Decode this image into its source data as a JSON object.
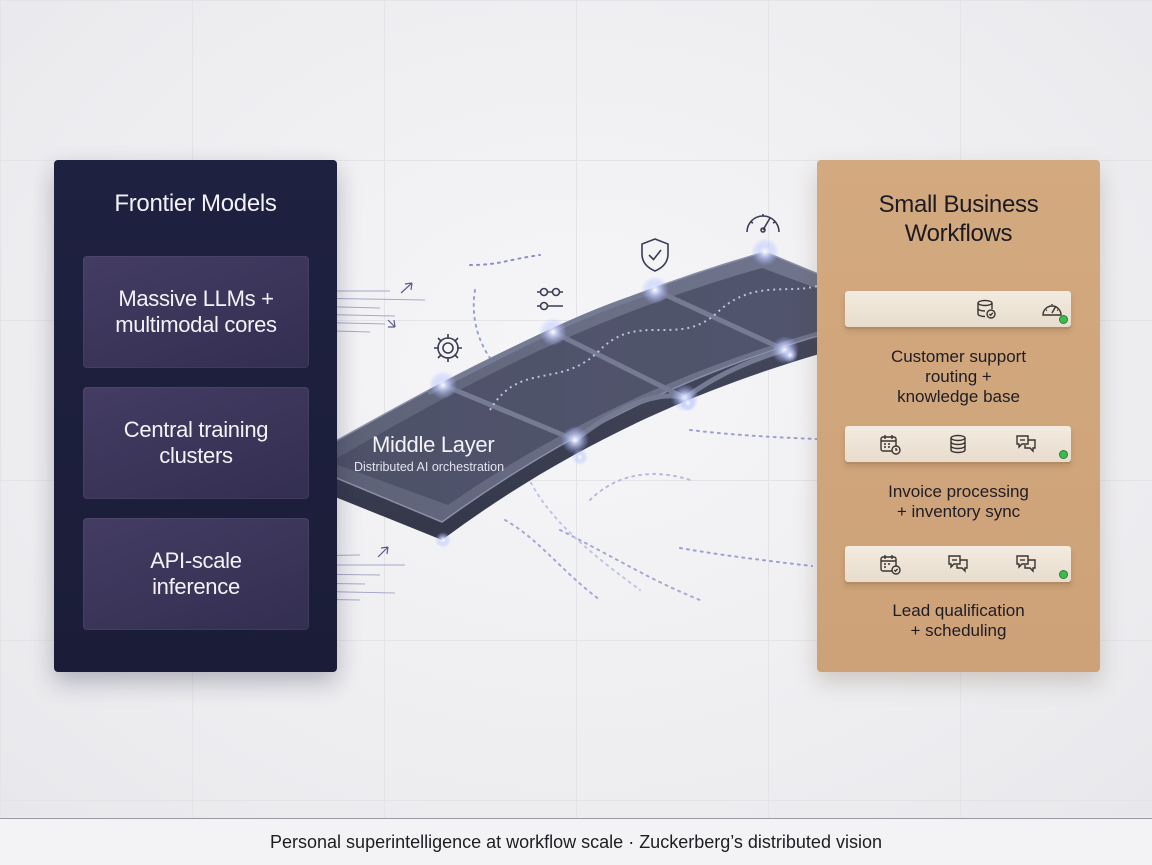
{
  "left_panel": {
    "title": "Frontier Models",
    "cards": [
      {
        "line1": "Massive LLMs +",
        "line2": "multimodal cores"
      },
      {
        "line1": "Central training",
        "line2": "clusters"
      },
      {
        "line1": "API-scale",
        "line2": "inference"
      }
    ]
  },
  "middle": {
    "title": "Middle Layer",
    "subtitle": "Distributed AI orchestration",
    "floating_icons": [
      "gear-icon",
      "sliders-icon",
      "shield-check-icon",
      "gauge-icon"
    ]
  },
  "right_panel": {
    "title_line1": "Small Business",
    "title_line2": "Workflows",
    "workflows": [
      {
        "line1": "Customer support",
        "line2": "routing +",
        "line3": "knowledge base",
        "icons": [
          "database-icon",
          "gauge-icon"
        ]
      },
      {
        "line1": "Invoice processing",
        "line2": "+ inventory sync",
        "icons": [
          "calendar-icon",
          "database-icon",
          "chat-icon"
        ]
      },
      {
        "line1": "Lead qualification",
        "line2": "+ scheduling",
        "icons": [
          "calendar-icon",
          "chat-icon",
          "chat-icon"
        ]
      }
    ]
  },
  "footer": {
    "caption": "Personal superintelligence at workflow scale · Zuckerberg’s distributed vision"
  },
  "colors": {
    "left_panel": "#1e2140",
    "left_card": "#3f385d",
    "right_panel": "#d0a67c",
    "status_led": "#3dbb4f"
  }
}
